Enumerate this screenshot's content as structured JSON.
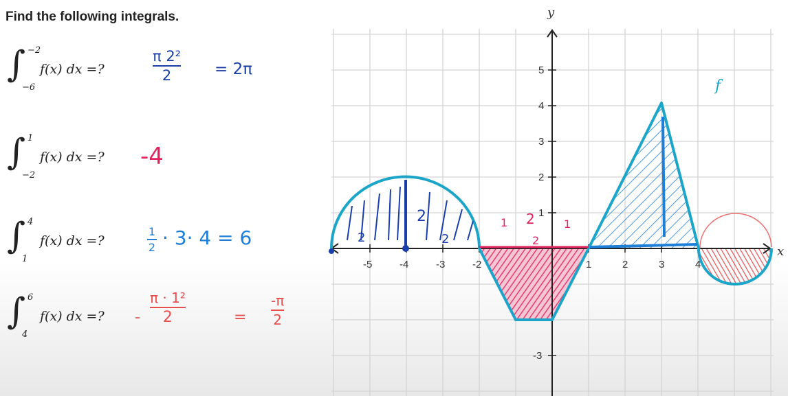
{
  "prompt": "Find the following integrals.",
  "integral_sign": "∫",
  "integrand": "f(x) dx =?",
  "problems": [
    {
      "lower": "−6",
      "upper": "−2",
      "color": "#1a3fa8",
      "work": {
        "frac_num": "π 2²",
        "frac_den": "2",
        "rest": "= 2π"
      }
    },
    {
      "lower": "−2",
      "upper": "1",
      "color": "#e0245e",
      "work": {
        "rest": "-4"
      }
    },
    {
      "lower": "1",
      "upper": "4",
      "color": "#1e7fd8",
      "work": {
        "frac_num": "1",
        "frac_den": "2",
        "rest": "· 3· 4 = 6"
      }
    },
    {
      "lower": "4",
      "upper": "6",
      "color": "#e84e4e",
      "work": {
        "sign": "-",
        "frac_num": "π · 1²",
        "frac_den": "2",
        "eq": "=",
        "frac2_num": "-π",
        "frac2_den": "2"
      }
    }
  ],
  "graph": {
    "x_axis_label": "x",
    "y_axis_label": "y",
    "function_label": "f",
    "x_ticks": [
      "-5",
      "-4",
      "-3",
      "-2",
      "1",
      "2",
      "3",
      "4"
    ],
    "y_ticks": [
      "5",
      "4",
      "3",
      "2",
      "1",
      "-3"
    ],
    "colors": {
      "curve": "#1ba5c9",
      "blue_ink": "#1e7fd8",
      "red_ink": "#e0245e",
      "dark_ink": "#1a3fa8",
      "grid": "#d4d4d4"
    },
    "annotations": [
      "2",
      "2",
      "2",
      "2",
      "1",
      "2",
      "1"
    ]
  }
}
